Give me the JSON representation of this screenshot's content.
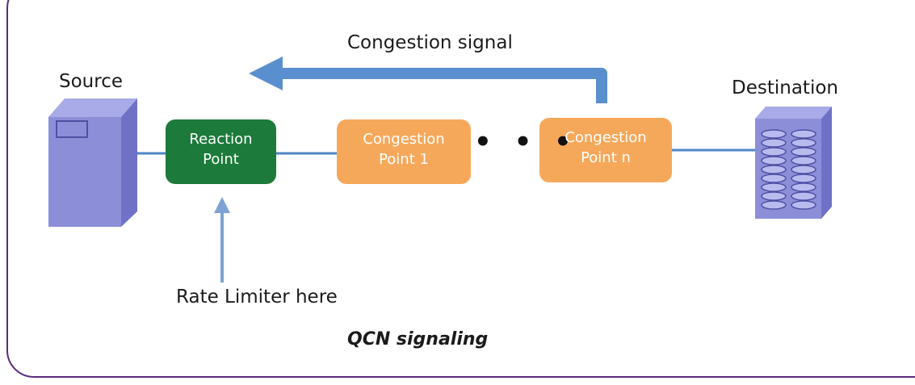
{
  "labels": {
    "congestion_signal": "Congestion signal",
    "source": "Source",
    "destination": "Destination",
    "rate_limiter": "Rate Limiter here",
    "caption": "QCN signaling"
  },
  "nodes": {
    "reaction_point": {
      "line1": "Reaction",
      "line2": "Point"
    },
    "congestion_point_1": {
      "line1": "Congestion",
      "line2": "Point 1"
    },
    "congestion_point_n": {
      "line1": "Congestion",
      "line2": "Point n"
    }
  },
  "ellipsis": "• • •",
  "colors": {
    "frame": "#5a2a7f",
    "link": "#4f86c6",
    "arrow": "#5a8fcf",
    "reaction_box": "#1c7a3a",
    "congestion_box": "#f6a85a",
    "server": "#8c8fd8"
  }
}
